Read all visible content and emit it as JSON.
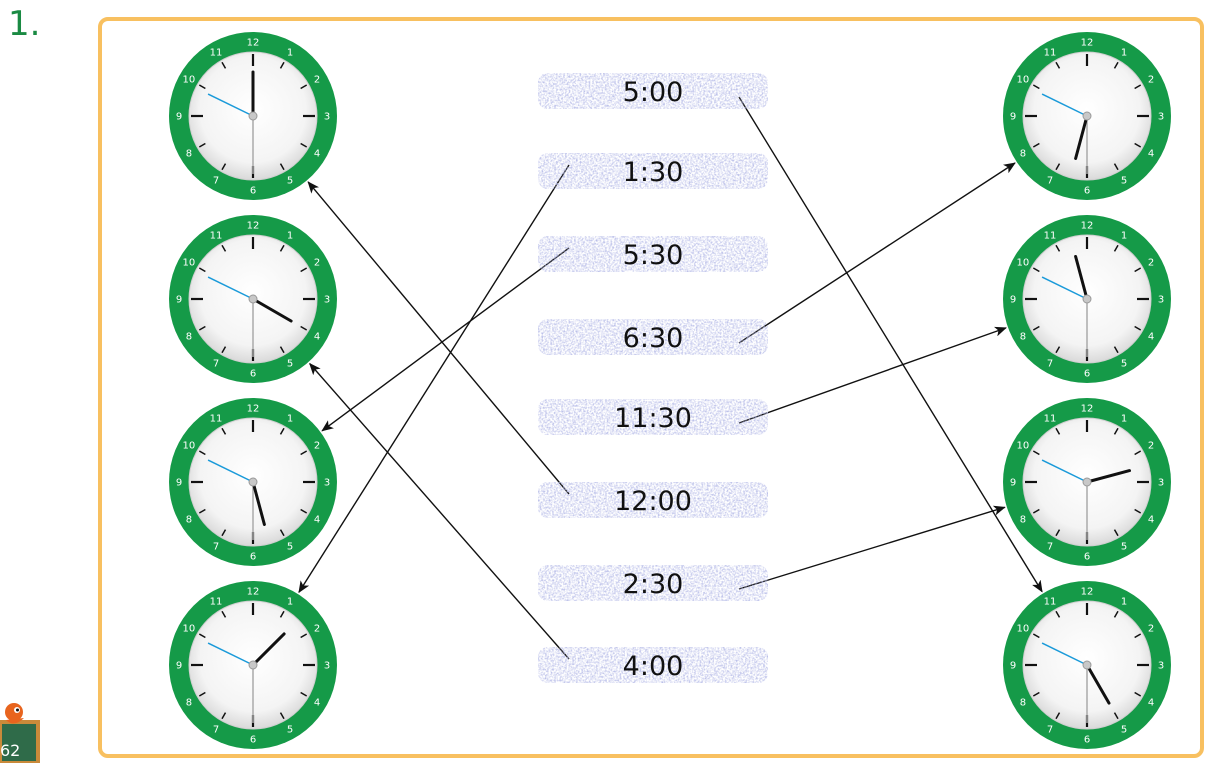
{
  "question": {
    "number": "1."
  },
  "page": {
    "number": "62"
  },
  "colors": {
    "frame_border": "#f8c060",
    "clock_ring": "#159a48",
    "clock_face": "#ffffff",
    "minute_hand": "#1a9ad9",
    "hour_hand": "#111111",
    "second_hand": "#aaaaaa",
    "label_highlight": "#b8bde8",
    "arrow": "#111111",
    "question_number": "#1a8a43"
  },
  "time_labels": [
    {
      "id": "t1",
      "text": "5:00"
    },
    {
      "id": "t2",
      "text": "1:30"
    },
    {
      "id": "t3",
      "text": "5:30"
    },
    {
      "id": "t4",
      "text": "6:30"
    },
    {
      "id": "t5",
      "text": "11:30"
    },
    {
      "id": "t6",
      "text": "12:00"
    },
    {
      "id": "t7",
      "text": "2:30"
    },
    {
      "id": "t8",
      "text": "4:00"
    }
  ],
  "clock_numerals": [
    "12",
    "1",
    "2",
    "3",
    "4",
    "5",
    "6",
    "7",
    "8",
    "9",
    "10",
    "11"
  ],
  "clocks": [
    {
      "id": "L1",
      "side": "left",
      "hour_hand_time": "12:00"
    },
    {
      "id": "L2",
      "side": "left",
      "hour_hand_time": "4:00"
    },
    {
      "id": "L3",
      "side": "left",
      "hour_hand_time": "5:30"
    },
    {
      "id": "L4",
      "side": "left",
      "hour_hand_time": "1:30"
    },
    {
      "id": "R1",
      "side": "right",
      "hour_hand_time": "6:30"
    },
    {
      "id": "R2",
      "side": "right",
      "hour_hand_time": "11:30"
    },
    {
      "id": "R3",
      "side": "right",
      "hour_hand_time": "2:30"
    },
    {
      "id": "R4",
      "side": "right",
      "hour_hand_time": "5:00"
    }
  ],
  "matches": [
    {
      "label": "t1",
      "clock": "R4"
    },
    {
      "label": "t2",
      "clock": "L4"
    },
    {
      "label": "t3",
      "clock": "L3"
    },
    {
      "label": "t4",
      "clock": "R1"
    },
    {
      "label": "t5",
      "clock": "R2"
    },
    {
      "label": "t6",
      "clock": "L1"
    },
    {
      "label": "t7",
      "clock": "R3"
    },
    {
      "label": "t8",
      "clock": "L2"
    }
  ]
}
